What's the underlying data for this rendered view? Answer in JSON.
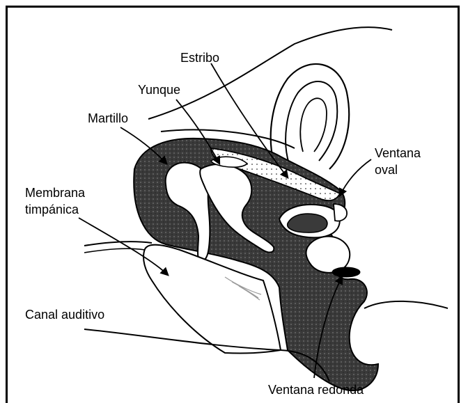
{
  "colors": {
    "ink": "#000000",
    "cavity": "#3a3a3a",
    "paper": "#ffffff",
    "shading": "#9a9a9a"
  },
  "labels": {
    "estribo": "Estribo",
    "yunque": "Yunque",
    "martillo": "Martillo",
    "ventana_oval_1": "Ventana",
    "ventana_oval_2": "oval",
    "membrana_1": "Membrana",
    "membrana_2": "timpánica",
    "canal_auditivo": "Canal auditivo",
    "ventana_redonda": "Ventana redonda"
  }
}
